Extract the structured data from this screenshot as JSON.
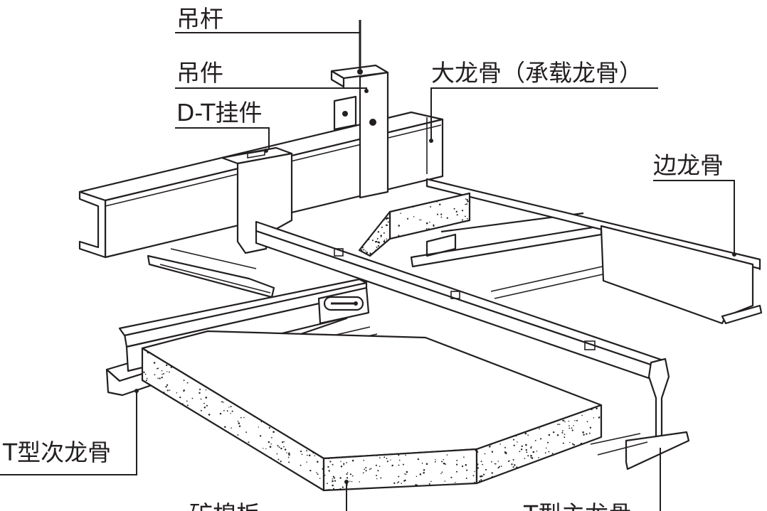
{
  "labels": {
    "hanger_rod": "吊杆",
    "hanger_piece": "吊件",
    "dt_hanger": "D-T挂件",
    "main_keel": "大龙骨（承载龙骨）",
    "edge_keel": "边龙骨",
    "t_secondary_keel": "T型次龙骨",
    "mineral_board": "矿棉板",
    "t_main_keel": "T型主龙骨"
  },
  "colors": {
    "line": "#231f20",
    "background": "#ffffff"
  }
}
